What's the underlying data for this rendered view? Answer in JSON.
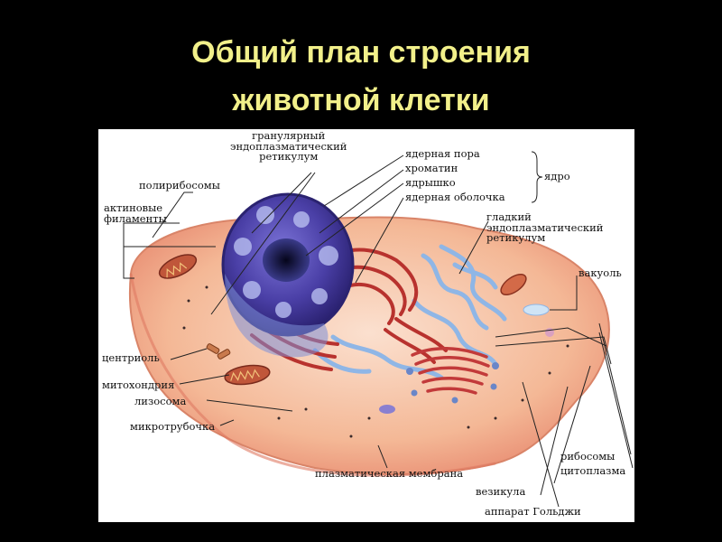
{
  "title": {
    "line1": "Общий план строения",
    "line2": "животной клетки"
  },
  "labels": {
    "granular_er": "гранулярный\nэндоплазматический\nретикулум",
    "polyribosomes": "полирибосомы",
    "actin_filaments": "актиновые\nфиламенты",
    "nuclear_pore": "ядерная пора",
    "chromatin": "хроматин",
    "nucleolus": "ядрышко",
    "nuclear_envelope": "ядерная оболочка",
    "nucleus": "ядро",
    "smooth_er": "гладкий\nэндоплазматический\nретикулум",
    "vacuole": "вакуоль",
    "centriole": "центриоль",
    "mitochondrion": "митохондрия",
    "lysosome": "лизосома",
    "microtubule": "микротрубочка",
    "plasma_membrane": "плазматическая мембрана",
    "ribosomes": "рибосомы",
    "cytoplasm": "цитоплазма",
    "vesicle": "везикула",
    "golgi": "аппарат Гольджи"
  },
  "colors": {
    "title": "#f2f08a",
    "background": "#000000",
    "cytoplasm": "#f6c2a4",
    "nucleus": "#5a4fb8",
    "er": "#b8322e",
    "smooth_er": "#8fb6e6"
  }
}
